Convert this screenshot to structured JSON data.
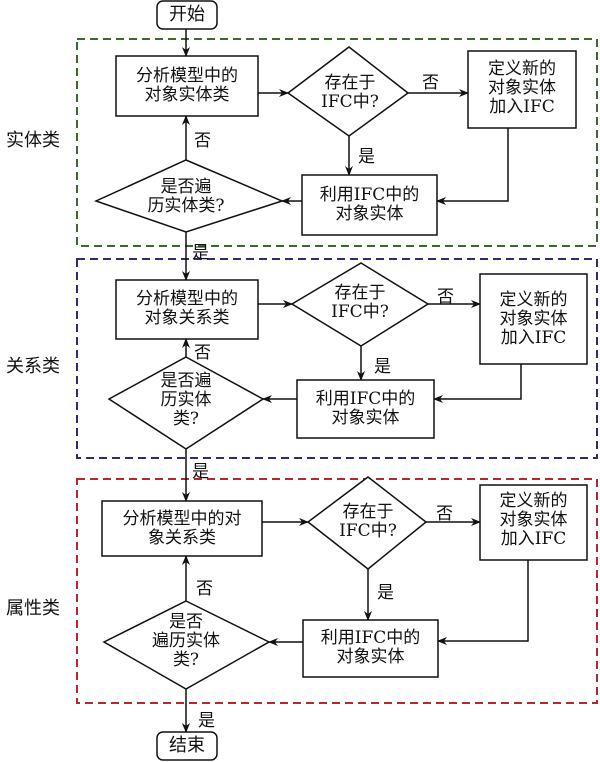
{
  "colors": {
    "entity_group": "#3a6b2a",
    "relation_group": "#2e2a78",
    "attribute_group": "#b22a2a",
    "line": "#111111"
  },
  "terminals": {
    "start": "开始",
    "end": "结束"
  },
  "edge_labels": {
    "yes": "是",
    "no": "否"
  },
  "groups": [
    {
      "label": "实体类",
      "analyze": "分析模型中的\n对象实体类",
      "exists": "存在于\nIFC中?",
      "define": "定义新的\n对象实体\n加入IFC",
      "use": "利用IFC中的\n对象实体",
      "traverse": "是否遍\n历实体类?"
    },
    {
      "label": "关系类",
      "analyze": "分析模型中的\n对象关系类",
      "exists": "存在于\nIFC中?",
      "define": "定义新的\n对象实体\n加入IFC",
      "use": "利用IFC中的\n对象实体",
      "traverse": "是否遍\n历实体\n类?"
    },
    {
      "label": "属性类",
      "analyze": "分析模型中的对\n象关系类",
      "exists": "存在于\nIFC中?",
      "define": "定义新的\n对象实体\n加入IFC",
      "use": "利用IFC中的\n对象实体",
      "traverse": "是否\n遍历实体\n类?"
    }
  ]
}
